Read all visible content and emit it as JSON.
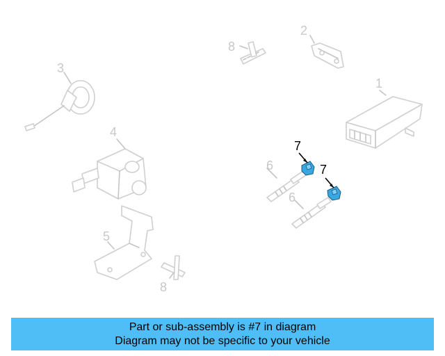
{
  "colors": {
    "banner_bg": "#4fbef7",
    "highlight_part": "#3aa8e0",
    "ghost_part": "#cfcfcf",
    "callout_active": "#000000"
  },
  "callouts": {
    "part1": "1",
    "part2": "2",
    "part3": "3",
    "part4": "4",
    "part5": "5",
    "part6a": "6",
    "part6b": "6",
    "part7a": "7",
    "part7b": "7",
    "part8a": "8",
    "part8b": "8"
  },
  "banner": {
    "line1": "Part or sub-assembly is #7 in diagram",
    "line2": "Diagram may not be specific to your vehicle"
  }
}
